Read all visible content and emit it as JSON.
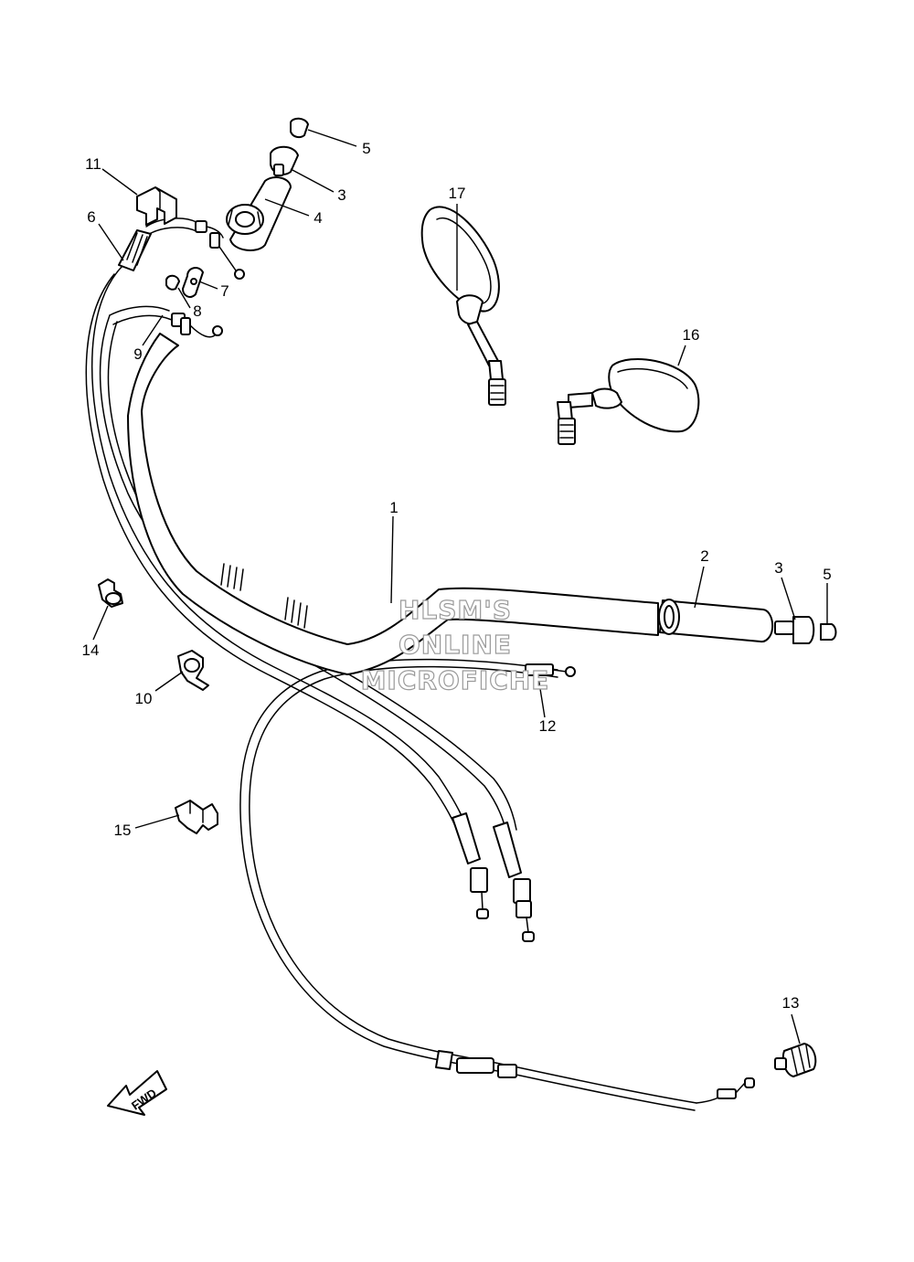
{
  "callouts": {
    "c1": "1",
    "c2": "2",
    "c3a": "3",
    "c3b": "3",
    "c4": "4",
    "c5a": "5",
    "c5b": "5",
    "c6": "6",
    "c7": "7",
    "c8": "8",
    "c9": "9",
    "c10": "10",
    "c11": "11",
    "c12": "12",
    "c13": "13",
    "c14": "14",
    "c15": "15",
    "c16": "16",
    "c17": "17"
  },
  "watermark": {
    "line1": "HLSM'S",
    "line2": "ONLINE",
    "line3": "MICROFICHE"
  },
  "direction": {
    "label": "FWD"
  },
  "colors": {
    "line": "#000000",
    "watermark": "#9a9a9a",
    "background": "#ffffff"
  }
}
